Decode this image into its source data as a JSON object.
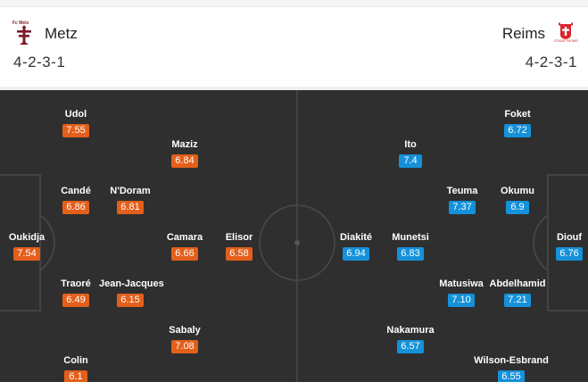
{
  "home": {
    "name": "Metz",
    "formation": "4-2-3-1",
    "crest_text": "Fc Metz",
    "crest_icon": "metz-cross-crest",
    "rating_color": "#e35f1b",
    "players": [
      {
        "name": "Udol",
        "rating": "7.55"
      },
      {
        "name": "Maziz",
        "rating": "6.84"
      },
      {
        "name": "Candé",
        "rating": "6.86"
      },
      {
        "name": "N'Doram",
        "rating": "6.81"
      },
      {
        "name": "Oukidja",
        "rating": "7.54"
      },
      {
        "name": "Camara",
        "rating": "6.66"
      },
      {
        "name": "Elisor",
        "rating": "6.58"
      },
      {
        "name": "Traoré",
        "rating": "6.49"
      },
      {
        "name": "Jean-Jacques",
        "rating": "6.15"
      },
      {
        "name": "Sabaly",
        "rating": "7.08"
      },
      {
        "name": "Colin",
        "rating": "6.1"
      }
    ]
  },
  "away": {
    "name": "Reims",
    "formation": "4-2-3-1",
    "crest_text": "STADE REIMS",
    "crest_icon": "reims-shield-crest",
    "rating_color": "#1591d9",
    "players": [
      {
        "name": "Foket",
        "rating": "6.72"
      },
      {
        "name": "Ito",
        "rating": "7.4"
      },
      {
        "name": "Teuma",
        "rating": "7.37"
      },
      {
        "name": "Okumu",
        "rating": "6.9"
      },
      {
        "name": "Diakité",
        "rating": "6.94"
      },
      {
        "name": "Munetsi",
        "rating": "6.83"
      },
      {
        "name": "Diouf",
        "rating": "6.76"
      },
      {
        "name": "Matusiwa",
        "rating": "7.10"
      },
      {
        "name": "Abdelhamid",
        "rating": "7.21"
      },
      {
        "name": "Nakamura",
        "rating": "6.57"
      },
      {
        "name": "Wilson-Esbrand",
        "rating": "6.55"
      }
    ]
  }
}
